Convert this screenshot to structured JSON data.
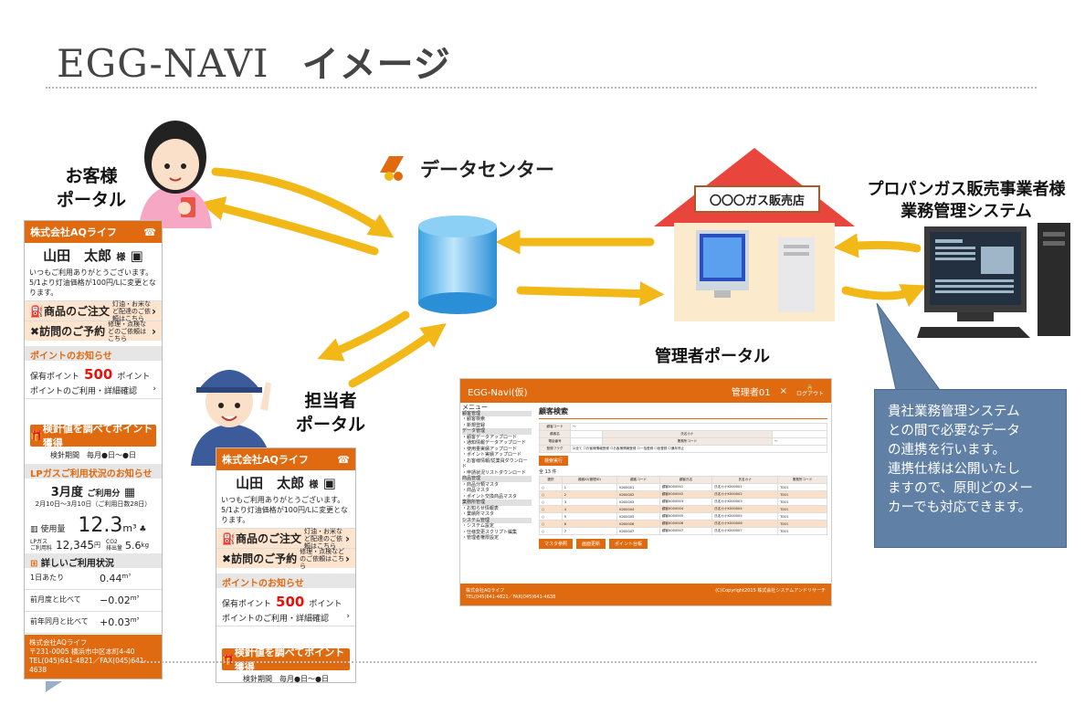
{
  "slide": {
    "title": "EGG-NAVI",
    "title_jp": "イメージ"
  },
  "labels": {
    "customer_portal": [
      "お客様",
      "ポータル"
    ],
    "staff_portal": [
      "担当者",
      "ポータル"
    ],
    "admin_portal": "管理者ポータル",
    "datacenter": "データセンター",
    "vendor_title": [
      "プロパンガス販売事業者様",
      "業務管理システム"
    ],
    "shop_sign": "〇〇〇ガス販売店"
  },
  "note": {
    "lines": [
      "貴社業務管理システム",
      "との間で必要なデータ",
      "の連携を行います。",
      "連携仕様は公開いたし",
      "ますので、原則どのメー",
      "カーでも対応できます。"
    ]
  },
  "phone": {
    "company": "株式会社AQライフ",
    "name": "山田　太郎",
    "honorific": "様",
    "message_line1": "いつもご利用ありがとうございます。",
    "message_line2": "5/1より灯油価格が100円/Lに変更となります。",
    "btn_order": "商品のご注文",
    "btn_order_sub": "灯油・お米など配達のご依頼はこちら",
    "btn_visit": "訪問のご予約",
    "btn_visit_sub": "修理・点検などのご依頼はこちら",
    "point_section": "ポイントのお知らせ",
    "point_label": "保有ポイント",
    "point_value": "500",
    "point_unit": "ポイント",
    "point_link": "ポイントのご利用・詳細確認",
    "obtain_btn": "検針値を調べてポイント獲得",
    "period": "検針期間　毎月●日～●日",
    "usage_section": "LPガスご利用状況のお知らせ",
    "month": "3月度",
    "month_suffix": "ご利用分",
    "range": "2月10日～3月10日（ご利用日数28日）",
    "usage_label": "使用量",
    "usage_value": "12.3",
    "usage_unit": "m³",
    "fee_label1": "LPガス",
    "fee_label2": "ご利用料",
    "fee_value": "12,345",
    "fee_unit": "円",
    "co2_label1": "CO2",
    "co2_label2": "排出量",
    "co2_value": "5.6",
    "co2_unit": "kg",
    "detail": "詳しいご利用状況",
    "rows": [
      {
        "label": "1日あたり",
        "value": "0.44",
        "unit": "m³"
      },
      {
        "label": "前月度と比べて",
        "value": "−0.02",
        "unit": "m³"
      },
      {
        "label": "前年同月と比べて",
        "value": "+0.03",
        "unit": "m³"
      }
    ],
    "footer_line1": "株式会社AQライフ",
    "footer_line2": "〒231-0005 横浜市中区本町4-40",
    "footer_line3": "TEL(045)641-4821／FAX(045)641-4638"
  },
  "admin": {
    "app": "EGG-Navi(仮)",
    "user": "管理者01",
    "logout": "ログアウト",
    "menu": "メニュー",
    "sidebar": [
      "顧客管理",
      "・顧客検索",
      "・新規登録",
      "データ管理",
      "・顧客データアップロード",
      "・通知情報データアップロード",
      "・使用量実績アップロード",
      "・ポイント実績アップロード",
      "・お客様情報/従業員ダウンロード",
      "・申請状況リストダウンロード",
      "商品管理",
      "・商品分類マスタ",
      "・商品マスタ",
      "・ポイント交換商品マスタ",
      "業務所管理",
      "・お知らせ情報表",
      "・業績所マスタ",
      "システム管理",
      "・システム設定",
      "・仕様変更スクリプト編集",
      "・管理者権限設定"
    ],
    "page_title": "顧客検索",
    "f_code": "顧客コード",
    "f_name": "顧客名",
    "f_kana": "氏名カナ",
    "f_tel": "電話番号",
    "f_mobile": "業務所コード",
    "f_flag": "登録フラグ",
    "checks": [
      "全て",
      "お客様情報登録",
      "お客様情報登録",
      "一括登録",
      "仮登録",
      "通年停止"
    ],
    "search_btn": "検索実行",
    "count": "全 13 件",
    "cols": [
      "選択",
      "顧客ID(管理ID)",
      "顧客コード",
      "顧客氏名",
      "氏名カナ",
      "業務所コード"
    ],
    "rows": [
      [
        "○",
        "1",
        "K000001",
        "顧客K000001",
        "氏名カナK000001",
        "T001"
      ],
      [
        "○",
        "2",
        "K000002",
        "顧客K000002",
        "氏名カナK000002",
        "T001"
      ],
      [
        "○",
        "3",
        "K000003",
        "顧客K000003",
        "氏名カナK000003",
        "T001"
      ],
      [
        "○",
        "4",
        "K000004",
        "顧客K000004",
        "氏名カナK000004",
        "T001"
      ],
      [
        "○",
        "5",
        "K000005",
        "顧客K000005",
        "氏名カナK000005",
        "T001"
      ],
      [
        "○",
        "6",
        "K000006",
        "顧客K000006",
        "氏名カナK000006",
        "T001"
      ],
      [
        "○",
        "7",
        "K000007",
        "顧客K000007",
        "氏名カナK000007",
        "T001"
      ]
    ],
    "btns": [
      "マスタ参照",
      "画面更新",
      "ポイント台帳"
    ],
    "footer_left1": "株式会社AQライフ",
    "footer_left2": "TEL(045)641-4821／FAX(045)641-4638",
    "footer_right": "(C)Copyright2015 株式会社システムアンドリサーチ"
  },
  "colors": {
    "orange": "#e06a10",
    "arrow": "#f2b818",
    "note": "#6080a6"
  }
}
